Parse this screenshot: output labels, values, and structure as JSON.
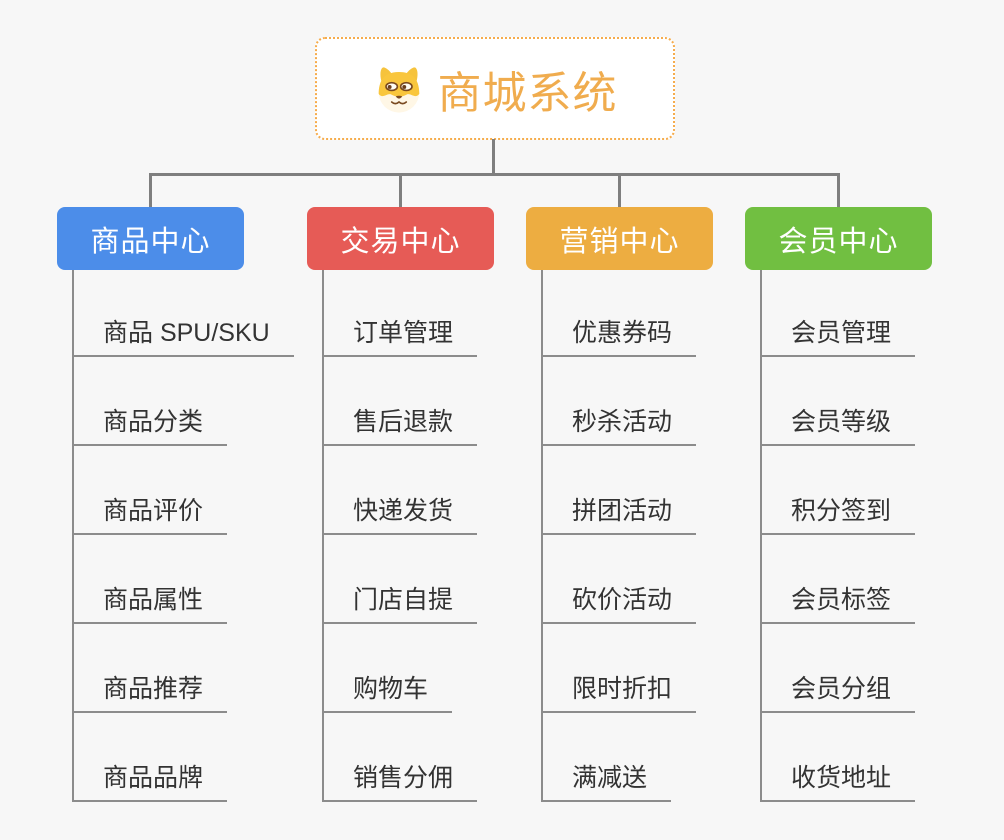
{
  "background": "#F7F7F7",
  "connector_color": "#7F7F7F",
  "underline_color": "#8C8C8C",
  "leaf_text_color": "#333333",
  "root": {
    "title": "商城系统",
    "icon": "dog-face-icon",
    "title_color": "#F0AC4E",
    "border_color": "#F6AC4C",
    "background": "#FFFFFF"
  },
  "sections": [
    {
      "id": "product-center",
      "label": "商品中心",
      "color": "#4C8DE9",
      "items": [
        "商品 SPU/SKU",
        "商品分类",
        "商品评价",
        "商品属性",
        "商品推荐",
        "商品品牌"
      ]
    },
    {
      "id": "trade-center",
      "label": "交易中心",
      "color": "#E65B56",
      "items": [
        "订单管理",
        "售后退款",
        "快递发货",
        "门店自提",
        "购物车",
        "销售分佣"
      ]
    },
    {
      "id": "marketing-center",
      "label": "营销中心",
      "color": "#EDAD41",
      "items": [
        "优惠券码",
        "秒杀活动",
        "拼团活动",
        "砍价活动",
        "限时折扣",
        "满减送"
      ]
    },
    {
      "id": "member-center",
      "label": "会员中心",
      "color": "#71BF41",
      "items": [
        "会员管理",
        "会员等级",
        "积分签到",
        "会员标签",
        "会员分组",
        "收货地址"
      ]
    }
  ]
}
